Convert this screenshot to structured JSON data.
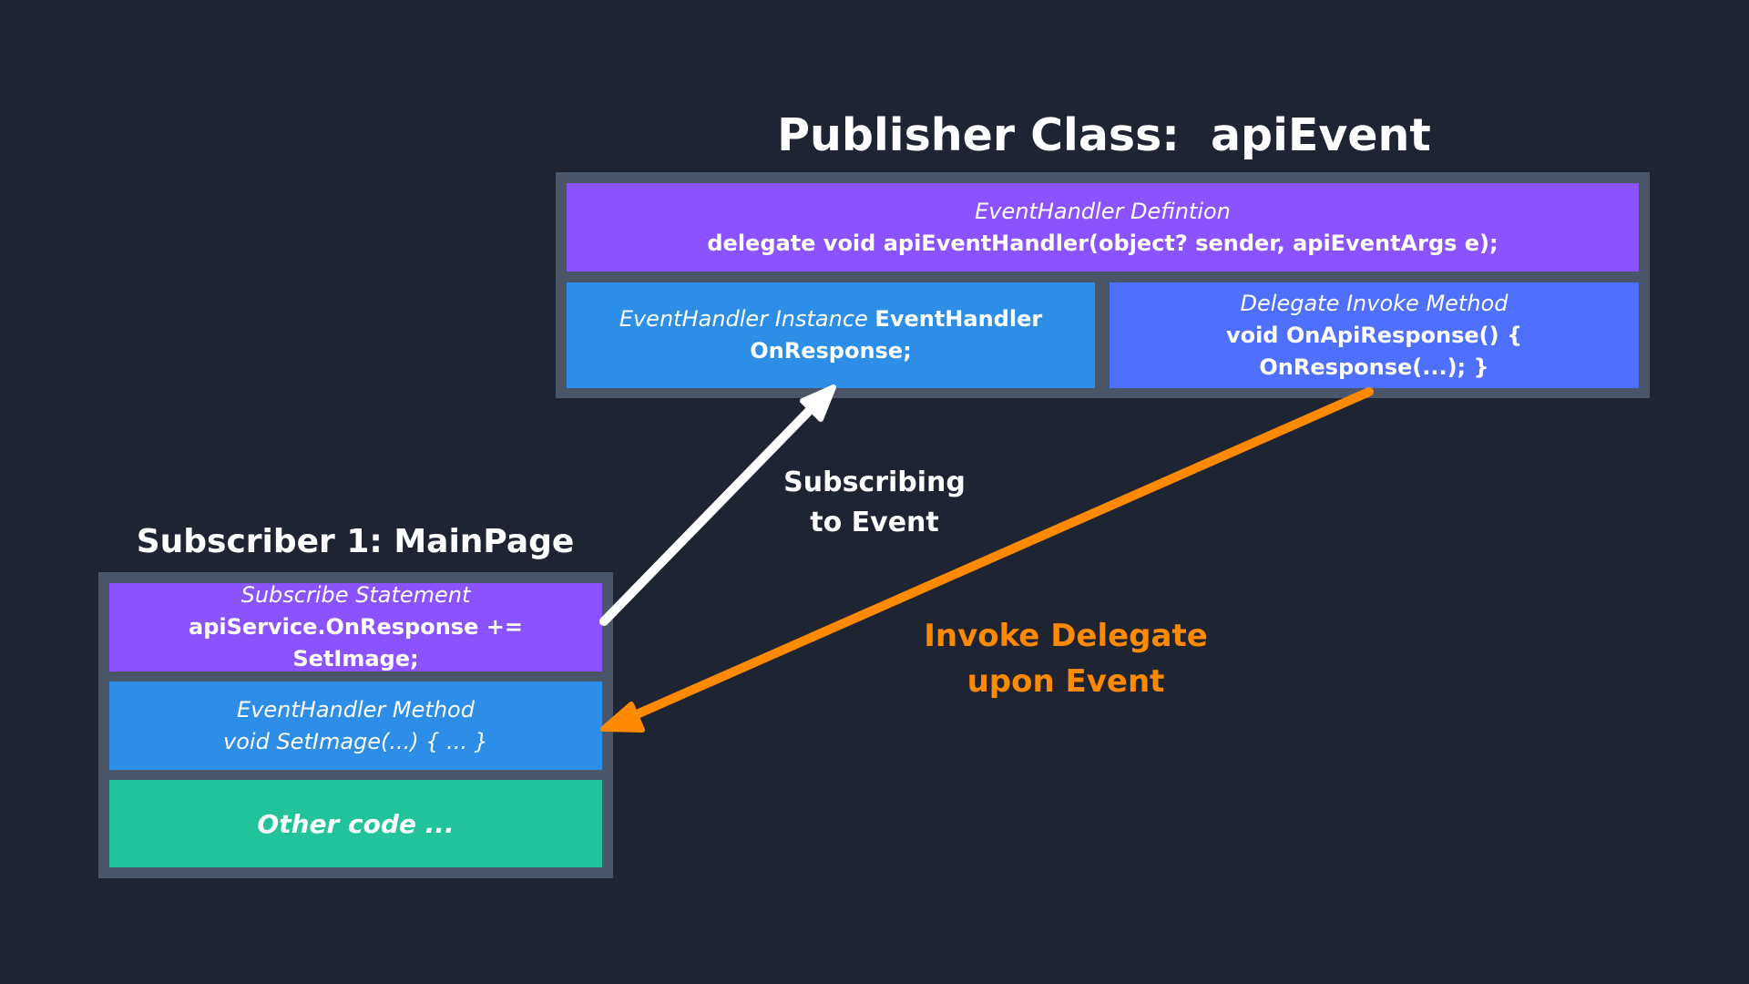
{
  "publisher": {
    "title": "Publisher Class:  apiEvent",
    "definition": {
      "caption": "EventHandler Defintion",
      "code": "delegate void apiEventHandler(object? sender, apiEventArgs e);"
    },
    "instance": {
      "caption": "EventHandler Instance",
      "code": "EventHandler OnResponse;"
    },
    "invoke": {
      "caption": "Delegate Invoke Method",
      "code": "void OnApiResponse() { OnResponse(...); }"
    }
  },
  "subscriber": {
    "title": "Subscriber 1: MainPage",
    "subscribe": {
      "caption": "Subscribe Statement",
      "code": "apiService.OnResponse += SetImage;"
    },
    "method": {
      "caption": "EventHandler Method",
      "code": "void SetImage(...) { ... }"
    },
    "other": "Other code ..."
  },
  "arrows": {
    "subscribe": {
      "line1": "Subscribing",
      "line2": "to Event",
      "color": "#ffffff"
    },
    "invoke": {
      "line1": "Invoke Delegate",
      "line2": "upon Event",
      "color": "#ff8a00"
    }
  },
  "colors": {
    "background": "#1f2433",
    "panel": "#4a5568",
    "purple": "#8b52ff",
    "blue": "#2d8ee8",
    "indigo": "#4f70ff",
    "green": "#22c39a"
  }
}
